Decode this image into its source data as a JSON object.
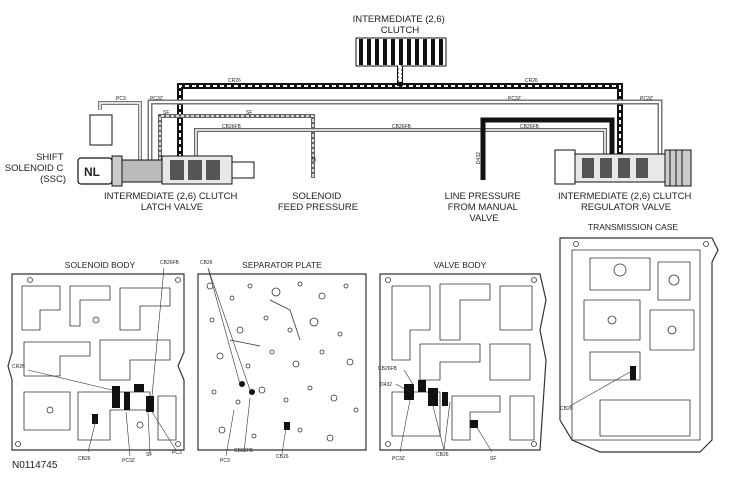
{
  "top_labels": {
    "intermediate_clutch": [
      "INTERMEDIATE (2,6)",
      "CLUTCH"
    ],
    "shift_solenoid": [
      "SHIFT",
      "SOLENOID C",
      "(SSC)"
    ],
    "nl": "NL",
    "latch_valve": [
      "INTERMEDIATE (2,6) CLUTCH",
      "LATCH VALVE"
    ],
    "solenoid_feed": [
      "SOLENOID",
      "FEED PRESSURE"
    ],
    "line_pressure": [
      "LINE PRESSURE",
      "FROM MANUAL",
      "VALVE"
    ],
    "regulator_valve": [
      "INTERMEDIATE (2,6) CLUTCH",
      "REGULATOR VALVE"
    ]
  },
  "passage_labels": {
    "cr26_left": "CR26",
    "cr26_right": "CR26",
    "pc3_left": "PC3",
    "pc3z_left": "PC3Z",
    "pc3z_mid": "PC3Z",
    "pc3z_right": "PC3Z",
    "sf_left": "SF",
    "sf_mid": "SF",
    "cb26fb_left": "CB26FB",
    "cb26fb_mid": "CB26FB",
    "cb26fb_right": "CB26FB",
    "sf_vertical": "SF",
    "d432_vertical": "D432"
  },
  "panel_titles": {
    "solenoid_body": "SOLENOID BODY",
    "separator_plate": "SEPARATOR PLATE",
    "valve_body": "VALVE BODY",
    "transmission_case": "TRANSMISSION CASE"
  },
  "callouts": {
    "sb_cb26fb": "CB26FB",
    "sb_cr26": "CR26",
    "sb_cb26": "CB26",
    "sb_pc3z": "PC3Z",
    "sb_sf": "SF",
    "sb_pc3": "PC3",
    "sp_cb26_top": "CB26",
    "sp_pc3": "PC3",
    "sp_cb26fb": "CB26FB",
    "sp_cb26": "CB26",
    "vb_cb26fb": "CB26FB",
    "vb_d432": "D432",
    "vb_pc3z": "PC3Z",
    "vb_cb26": "CB26",
    "vb_sf": "SF",
    "tc_cb26": "CB26"
  },
  "figure_id": "N0114745"
}
